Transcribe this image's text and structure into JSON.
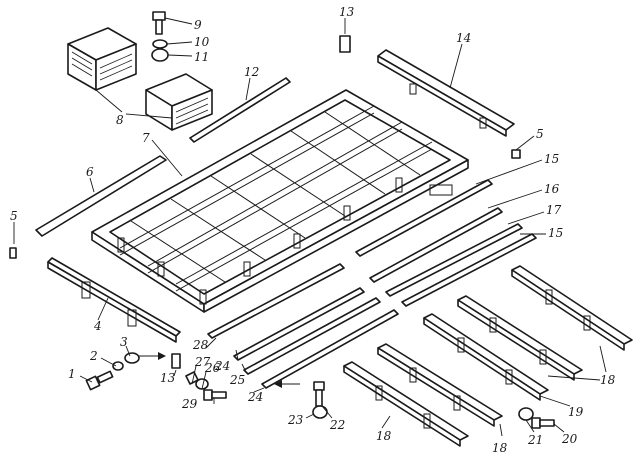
{
  "diagram": {
    "callouts": [
      {
        "id": "c9",
        "label": "9"
      },
      {
        "id": "c10",
        "label": "10"
      },
      {
        "id": "c11",
        "label": "11"
      },
      {
        "id": "c13a",
        "label": "13"
      },
      {
        "id": "c14",
        "label": "14"
      },
      {
        "id": "c12",
        "label": "12"
      },
      {
        "id": "c8",
        "label": "8"
      },
      {
        "id": "c7",
        "label": "7"
      },
      {
        "id": "c5a",
        "label": "5"
      },
      {
        "id": "c15a",
        "label": "15"
      },
      {
        "id": "c6",
        "label": "6"
      },
      {
        "id": "c16a",
        "label": "16"
      },
      {
        "id": "c17",
        "label": "17"
      },
      {
        "id": "c15b",
        "label": "15"
      },
      {
        "id": "c5b",
        "label": "5"
      },
      {
        "id": "c4",
        "label": "4"
      },
      {
        "id": "c3",
        "label": "3"
      },
      {
        "id": "c2",
        "label": "2"
      },
      {
        "id": "c1",
        "label": "1"
      },
      {
        "id": "c28",
        "label": "28"
      },
      {
        "id": "c13b",
        "label": "13"
      },
      {
        "id": "c27",
        "label": "27"
      },
      {
        "id": "c26",
        "label": "26"
      },
      {
        "id": "c29",
        "label": "29"
      },
      {
        "id": "c24a",
        "label": "24"
      },
      {
        "id": "c25",
        "label": "25"
      },
      {
        "id": "c24b",
        "label": "24"
      },
      {
        "id": "c23",
        "label": "23"
      },
      {
        "id": "c22",
        "label": "22"
      },
      {
        "id": "c18a",
        "label": "18"
      },
      {
        "id": "c18b",
        "label": "18"
      },
      {
        "id": "c18c",
        "label": "18"
      },
      {
        "id": "c19",
        "label": "19"
      },
      {
        "id": "c21",
        "label": "21"
      },
      {
        "id": "c20",
        "label": "20"
      }
    ]
  }
}
